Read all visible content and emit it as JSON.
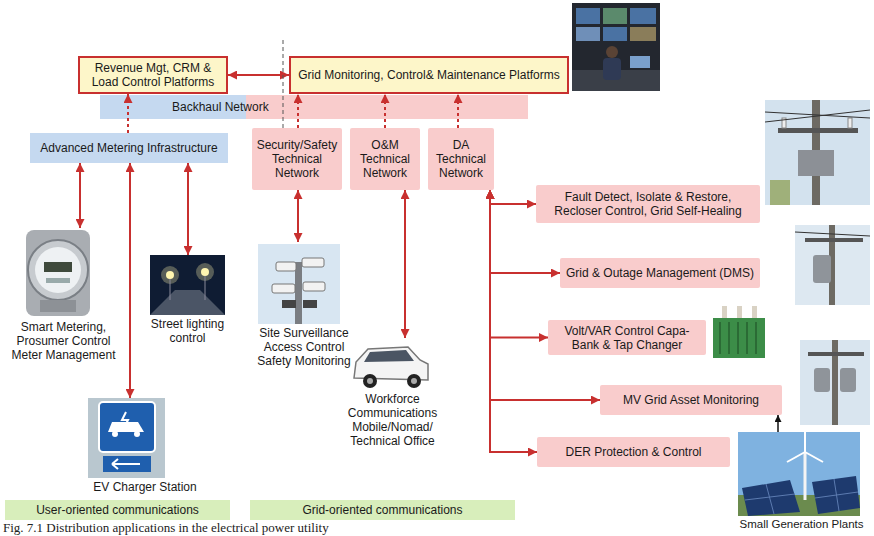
{
  "diagram": {
    "caption": "Fig. 7.1 Distribution applications in the electrical power utility",
    "nodes": [
      {
        "text": [
          "Revenue Mgt, CRM & Load Control Platforms"
        ]
      },
      {
        "text": [
          "Grid Monitoring, Control& Maintenance Platforms"
        ]
      },
      {
        "text": [
          "Backhaul Network"
        ]
      },
      {
        "text": [
          "Advanced Metering Infrastructure"
        ]
      },
      {
        "text": [
          "Security/Safety Technical Network"
        ]
      },
      {
        "text": [
          "O&M Technical Network"
        ]
      },
      {
        "text": [
          "DA Technical Network"
        ]
      },
      {
        "text": [
          "Fault Detect, Isolate & Restore, Recloser Control, Grid Self-Healing"
        ]
      },
      {
        "text": [
          "Smart Metering, Prosumer Control Meter Management"
        ]
      },
      {
        "text": [
          "Street lighting control"
        ]
      },
      {
        "text": [
          "Site Surveillance Access Control Safety Monitoring"
        ]
      },
      {
        "text": [
          "Workforce Communications Mobile/Nomad/ Technical Office"
        ]
      },
      {
        "text": [
          "Grid & Outage Management (DMS)"
        ]
      },
      {
        "text": [
          "Volt/VAR Control Capa-Bank & Tap Changer"
        ]
      },
      {
        "text": [
          "MV Grid Asset Monitoring"
        ]
      },
      {
        "text": [
          "DER Protection & Control"
        ]
      },
      {
        "text": [
          "EV Charger Station"
        ]
      },
      {
        "text": [
          "Small Generation Plants"
        ]
      },
      {
        "text": [
          "User-oriented communications"
        ]
      },
      {
        "text": [
          "Grid-oriented communications"
        ]
      }
    ],
    "edges": [
      {
        "from": 0,
        "to": 1,
        "arrow": "both"
      },
      {
        "from": 3,
        "to": 0,
        "arrow": "to"
      },
      {
        "from": 4,
        "to": 1,
        "arrow": "to"
      },
      {
        "from": 5,
        "to": 1,
        "arrow": "to"
      },
      {
        "from": 6,
        "to": 1,
        "arrow": "to"
      },
      {
        "from": 3,
        "to": 8,
        "arrow": "both"
      },
      {
        "from": 3,
        "to": 16,
        "arrow": "both"
      },
      {
        "from": 3,
        "to": 9,
        "arrow": "both"
      },
      {
        "from": 4,
        "to": 10,
        "arrow": "both"
      },
      {
        "from": 5,
        "to": 11,
        "arrow": "both"
      },
      {
        "from": 6,
        "to": 7,
        "arrow": "both"
      },
      {
        "from": 6,
        "to": 12,
        "arrow": "both"
      },
      {
        "from": 6,
        "to": 13,
        "arrow": "both"
      },
      {
        "from": 6,
        "to": 14,
        "arrow": "both"
      },
      {
        "from": 6,
        "to": 15,
        "arrow": "both"
      },
      {
        "from": 17,
        "to": 14,
        "arrow": "to"
      }
    ]
  }
}
